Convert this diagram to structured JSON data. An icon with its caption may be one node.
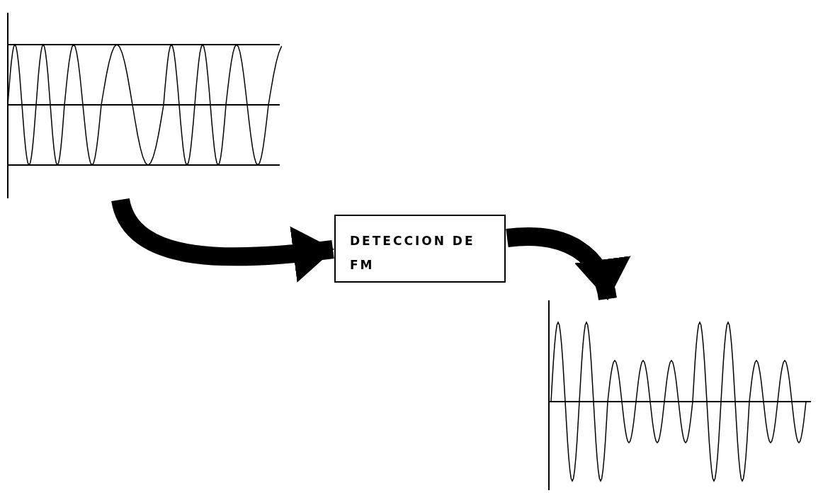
{
  "diagram": {
    "nodes": [
      {
        "text": [],
        "shape": "picture"
      },
      {
        "text": [
          "DETECCION DE FM"
        ]
      },
      {
        "text": [],
        "shape": "picture"
      }
    ],
    "edges": [
      {
        "from": 0,
        "to": 1,
        "arrow": "to"
      },
      {
        "from": 1,
        "to": 2,
        "arrow": "to"
      }
    ]
  }
}
